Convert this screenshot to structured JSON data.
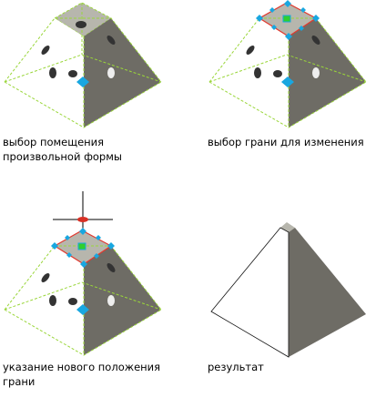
{
  "figure": {
    "panels": [
      {
        "id": "select-space",
        "caption_lines": [
          "выбор помещения",
          "произвольной формы"
        ]
      },
      {
        "id": "select-face",
        "caption_lines": [
          "выбор грани для изменения"
        ]
      },
      {
        "id": "specify-position",
        "caption_lines": [
          "указание нового положения",
          "грани"
        ]
      },
      {
        "id": "result",
        "caption_lines": [
          "результат"
        ]
      }
    ],
    "colors": {
      "top_face": "#b7b6ad",
      "dark_face": "#6e6c65",
      "wire": "#9ad63a",
      "select_outline": "#e03a30",
      "grip": "#19a7e0",
      "crosshair": "#000000",
      "crosshair_center": "#d83025",
      "marker": "#333333"
    }
  }
}
